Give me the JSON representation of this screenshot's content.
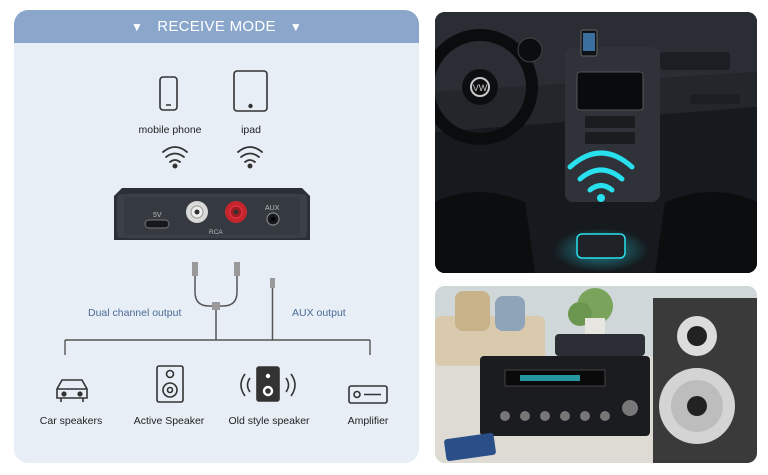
{
  "banner": {
    "title": "RECEIVE MODE",
    "left_arrow": "▼",
    "right_arrow": "▼"
  },
  "sources": [
    {
      "label": "mobile phone",
      "icon": "smartphone-icon"
    },
    {
      "label": "ipad",
      "icon": "tablet-icon"
    }
  ],
  "device": {
    "port_power": "5V",
    "port_rca": "RCA",
    "port_aux": "AUX"
  },
  "outputs": {
    "dual": "Dual channel output",
    "aux": "AUX output"
  },
  "destinations": [
    {
      "label": "Car speakers",
      "icon": "car-icon"
    },
    {
      "label": "Active Speaker",
      "icon": "speaker-icon"
    },
    {
      "label": "Old style speaker",
      "icon": "old-speaker-icon"
    },
    {
      "label": "Amplifier",
      "icon": "amplifier-icon"
    }
  ],
  "colors": {
    "banner": "#8aa7cb",
    "panel": "#e8eef6",
    "accent_blue": "#4a6c96",
    "wifi_cyan": "#28e0ee"
  },
  "photos": [
    {
      "name": "car-interior-photo",
      "logo": "VW"
    },
    {
      "name": "living-room-photo"
    }
  ]
}
